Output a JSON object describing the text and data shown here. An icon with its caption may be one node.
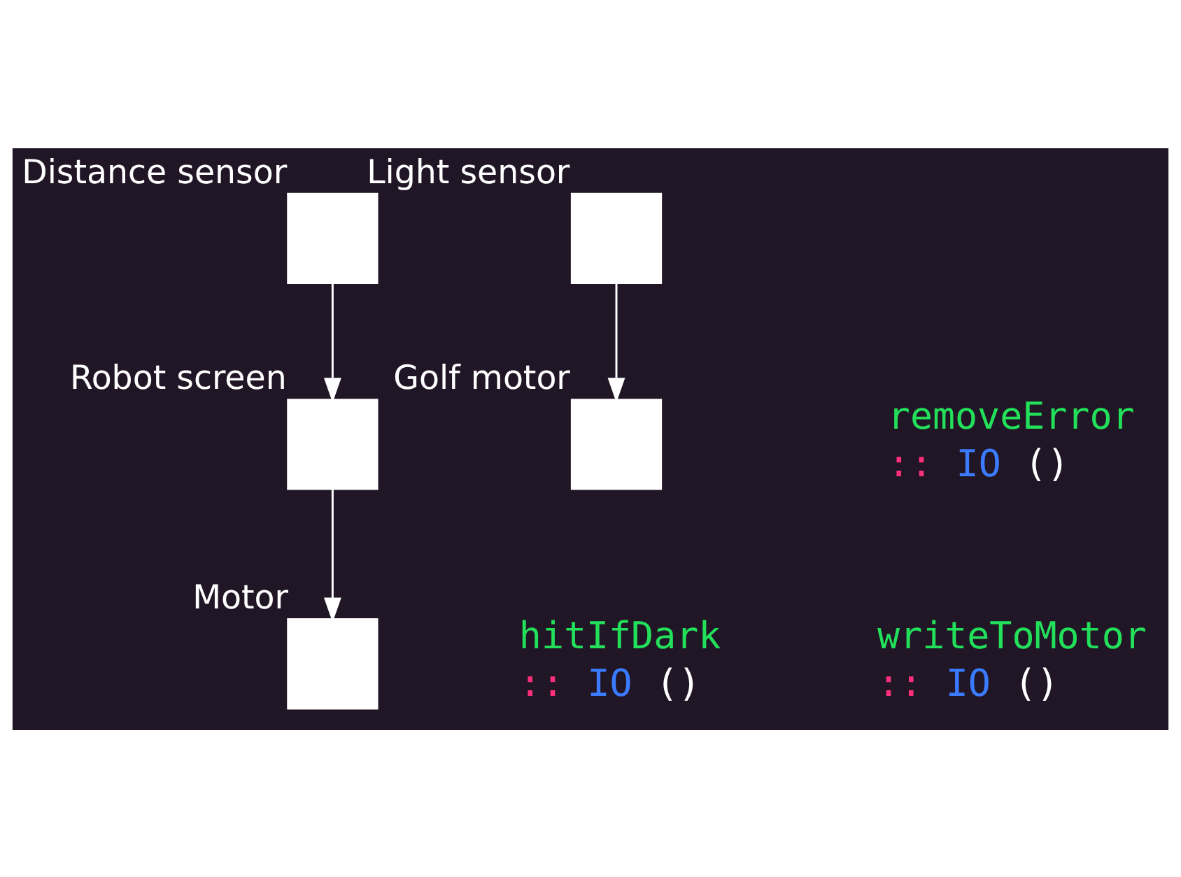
{
  "diagram": {
    "nodes": [
      {
        "text": [],
        "shape": "box",
        "beside": [
          "Distance sensor"
        ]
      },
      {
        "text": [],
        "shape": "box",
        "beside": [
          "Robot screen"
        ]
      },
      {
        "text": [],
        "shape": "box",
        "beside": [
          "Golf motor"
        ]
      },
      {
        "text": [],
        "shape": "box",
        "beside": [
          "Light sensor"
        ]
      },
      {
        "text": [],
        "shape": "box",
        "beside": [
          "Motor"
        ]
      }
    ],
    "edges": [
      {
        "from": 0,
        "to": 1,
        "arrow": "to"
      },
      {
        "from": 1,
        "to": 4,
        "arrow": "to"
      },
      {
        "from": 3,
        "to": 2,
        "arrow": "to"
      }
    ],
    "labels": [
      "removeError",
      ":: IO ()",
      "writeToMotor",
      ":: IO ()",
      "hitIfDark",
      ":: IO ()"
    ]
  }
}
